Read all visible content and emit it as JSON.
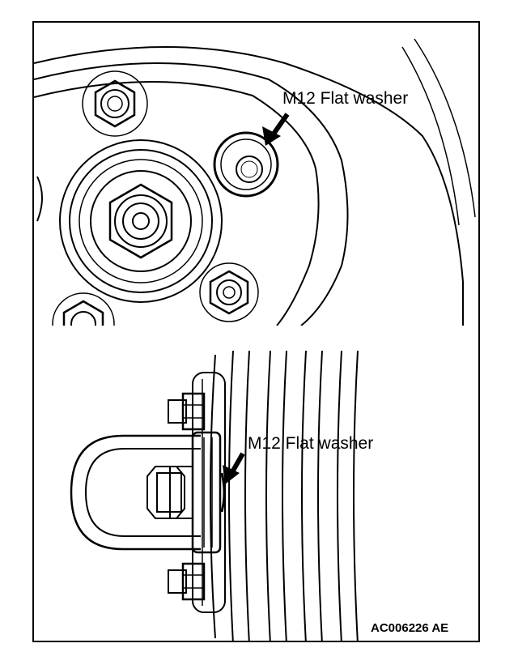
{
  "callouts": {
    "top_label": "M12 Flat washer",
    "bottom_label": "M12 Flat washer"
  },
  "figure_code": "AC006226 AE",
  "icons": [
    "pulley-hub",
    "nut",
    "flat-washer",
    "crankshaft-pulley",
    "holder-tool",
    "bolt",
    "arrow"
  ]
}
